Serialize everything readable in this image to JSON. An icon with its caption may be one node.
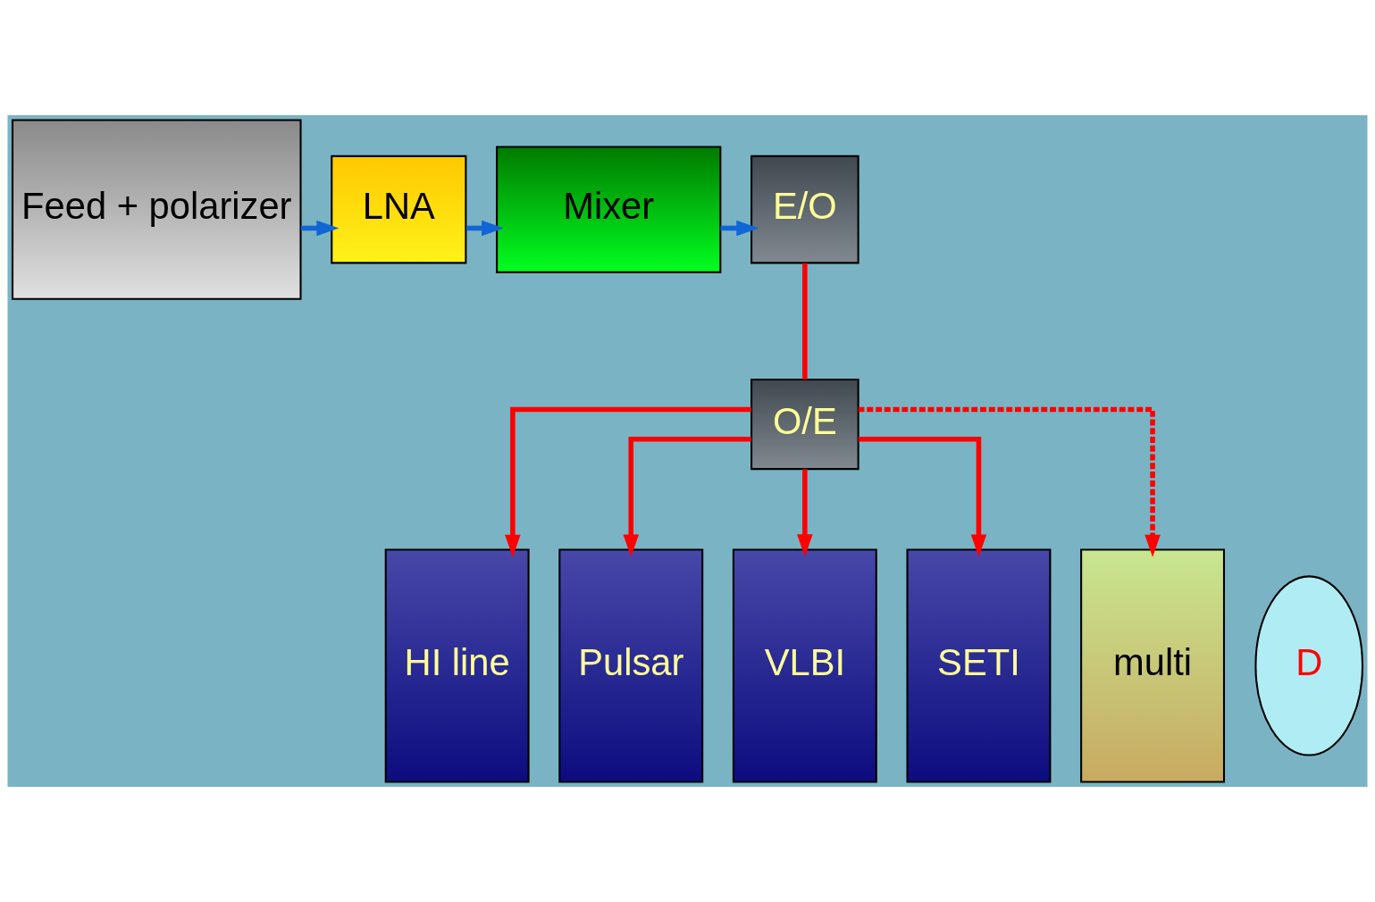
{
  "diagram": {
    "nodes": [
      {
        "text": [
          "Feed + polarizer"
        ]
      },
      {
        "text": [
          "LNA"
        ]
      },
      {
        "text": [
          "Mixer"
        ]
      },
      {
        "text": [
          "E/O"
        ]
      },
      {
        "text": [
          "O/E"
        ]
      },
      {
        "text": [
          "HI line"
        ]
      },
      {
        "text": [
          "Pulsar"
        ]
      },
      {
        "text": [
          "VLBI"
        ]
      },
      {
        "text": [
          "SETI"
        ]
      },
      {
        "text": [
          "multi"
        ]
      },
      {
        "text": [
          "D"
        ]
      }
    ],
    "edges": [
      {
        "from": 0,
        "to": 1,
        "arrow": "to",
        "color": "#1066d6"
      },
      {
        "from": 1,
        "to": 2,
        "arrow": "to",
        "color": "#1066d6"
      },
      {
        "from": 2,
        "to": 3,
        "arrow": "to",
        "color": "#1066d6"
      },
      {
        "from": 3,
        "to": 4,
        "arrow": "none"
      },
      {
        "from": 4,
        "to": 5,
        "arrow": "to"
      },
      {
        "from": 4,
        "to": 6,
        "arrow": "to"
      },
      {
        "from": 4,
        "to": 7,
        "arrow": "to"
      },
      {
        "from": 4,
        "to": 8,
        "arrow": "to"
      },
      {
        "from": 4,
        "to": 9,
        "arrow": "to",
        "style": "dashed"
      }
    ]
  }
}
